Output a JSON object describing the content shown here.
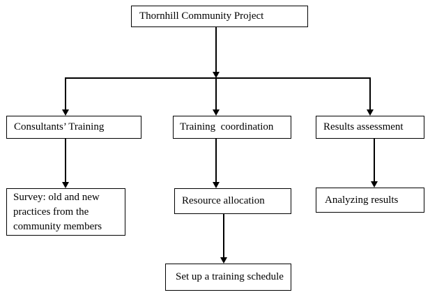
{
  "diagram": {
    "type": "flowchart",
    "title": "Thornhill Community Project",
    "colors": {
      "background": "#ffffff",
      "border": "#000000",
      "text": "#000000",
      "connector": "#000000"
    },
    "nodes": {
      "root": {
        "label": "Thornhill Community Project"
      },
      "consultants": {
        "label": "Consultants’ Training"
      },
      "coordination": {
        "label": "Training  coordination"
      },
      "results": {
        "label": "Results assessment"
      },
      "survey": {
        "label": "Survey: old and new practices from the community members"
      },
      "resource": {
        "label": "Resource allocation"
      },
      "analyzing": {
        "label": "Analyzing results"
      },
      "schedule": {
        "label": "Set up a training schedule"
      }
    },
    "edges": [
      {
        "from": "root",
        "to": "consultants"
      },
      {
        "from": "root",
        "to": "coordination"
      },
      {
        "from": "root",
        "to": "results"
      },
      {
        "from": "consultants",
        "to": "survey"
      },
      {
        "from": "coordination",
        "to": "resource"
      },
      {
        "from": "resource",
        "to": "schedule"
      },
      {
        "from": "results",
        "to": "analyzing"
      }
    ]
  }
}
